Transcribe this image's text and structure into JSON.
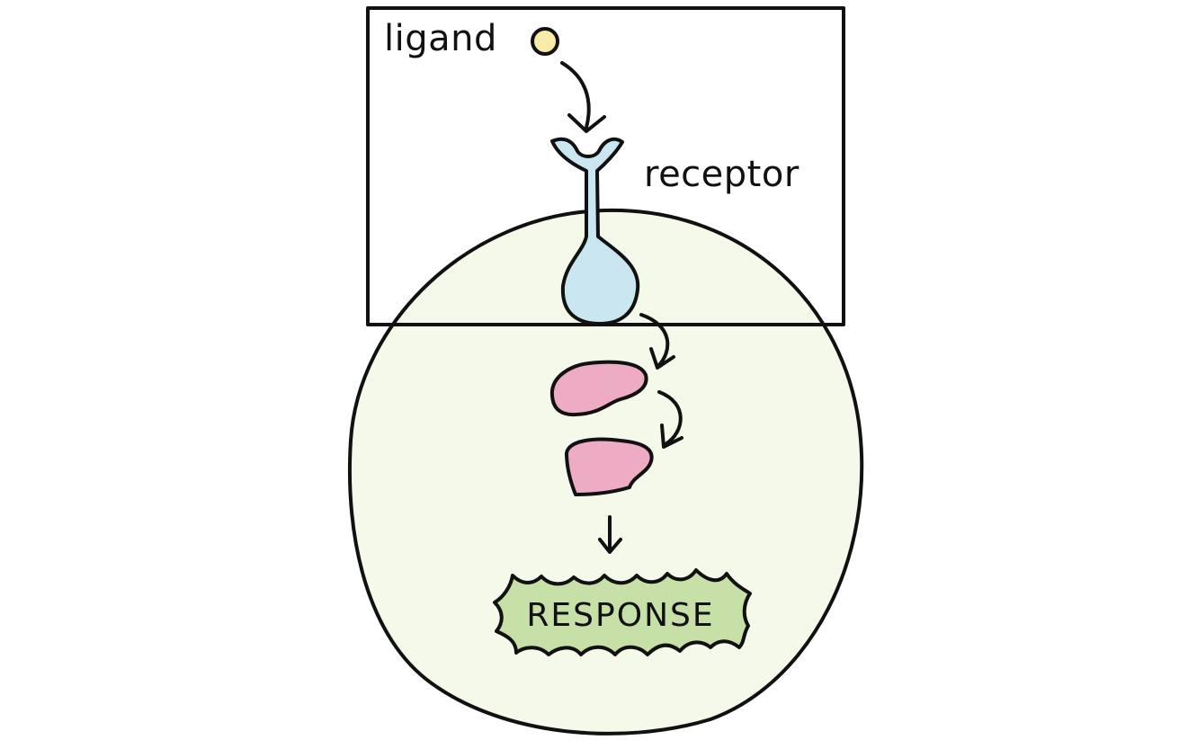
{
  "labels": {
    "ligand": "ligand",
    "receptor": "receptor",
    "response": "RESPONSE"
  },
  "colors": {
    "cell_fill": "#f4f9e9",
    "receptor_fill": "#c9e6f1",
    "ligand_fill": "#f8eaa8",
    "relay_protein_fill": "#eeacc4",
    "response_fill": "#c7e0a8",
    "outline": "#111111",
    "background": "#ffffff"
  }
}
